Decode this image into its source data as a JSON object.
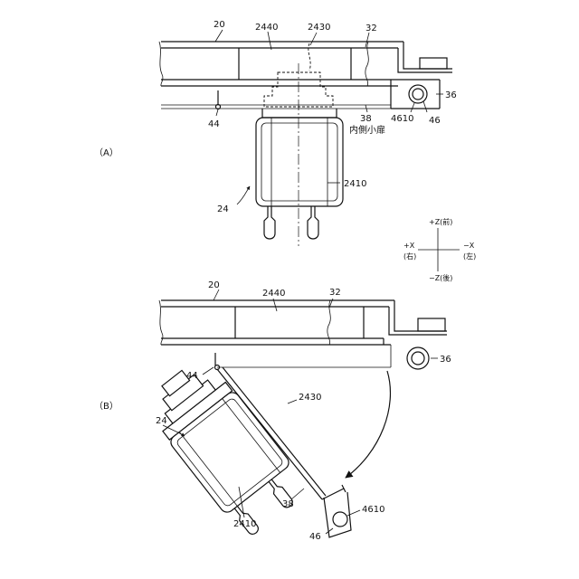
{
  "figure_a": {
    "label": "（A）",
    "callouts": {
      "c20": "20",
      "c2440": "2440",
      "c2430": "2430",
      "c32": "32",
      "c36": "36",
      "c38": "38",
      "inner_door": "内側小扉",
      "c44": "44",
      "c4610": "4610",
      "c46": "46",
      "c2410": "2410",
      "c24": "24"
    }
  },
  "figure_b": {
    "label": "（B）",
    "callouts": {
      "c20": "20",
      "c2440": "2440",
      "c32": "32",
      "c36": "36",
      "c44": "44",
      "c2430": "2430",
      "c24": "24",
      "c2410": "2410",
      "c38": "38",
      "c46": "46",
      "c4610": "4610"
    }
  },
  "axes": {
    "z_plus": "+Z(前)",
    "x_plus": "+X",
    "x_plus_sub": "(右)",
    "x_minus": "−X",
    "x_minus_sub": "(左)",
    "z_minus": "−Z(後)"
  }
}
